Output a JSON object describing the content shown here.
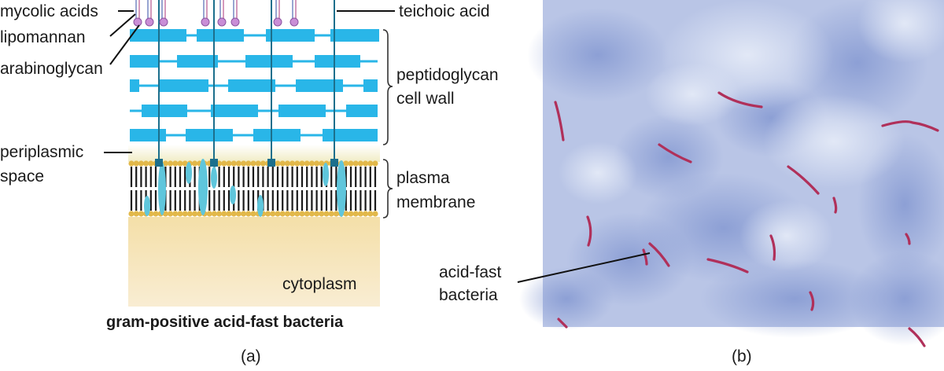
{
  "panel_a": {
    "labels": {
      "mycolic_acids": "mycolic acids",
      "lipomannan": "lipomannan",
      "arabinoglycan": "arabinoglycan",
      "periplasmic": "periplasmic",
      "space": "space",
      "teichoic_acid": "teichoic acid",
      "peptidoglycan": "peptidoglycan",
      "cell_wall": "cell wall",
      "plasma": "plasma",
      "membrane": "membrane",
      "cytoplasm": "cytoplasm"
    },
    "title": "gram-positive acid-fast bacteria",
    "letter": "(a)"
  },
  "panel_b": {
    "label_line1": "acid-fast",
    "label_line2": "bacteria",
    "letter": "(b)"
  },
  "colors": {
    "peptidoglycan": "#29b6e8",
    "teichoic": "#1c6f8c",
    "membrane_head": "#e2b84a",
    "membrane_tail": "#1a1a1a",
    "protein": "#5fc6dc",
    "cytoplasm": "#f6e6bf",
    "micrograph_bg": "#b7c3e4",
    "bacteria": "#b0305a"
  }
}
